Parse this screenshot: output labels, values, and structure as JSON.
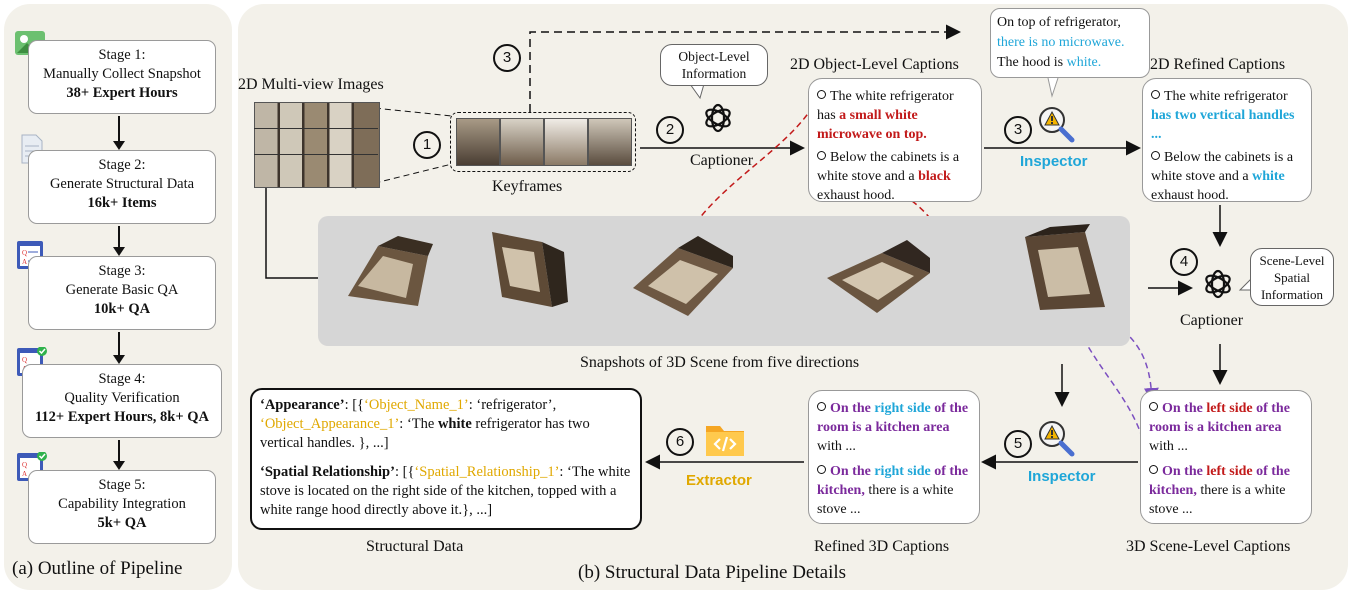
{
  "outline": {
    "caption": "(a) Outline of Pipeline",
    "stages": [
      {
        "title": "Stage 1:",
        "desc": "Manually Collect Snapshot",
        "stat": "38+ Expert Hours"
      },
      {
        "title": "Stage 2:",
        "desc": "Generate Structural Data",
        "stat": "16k+ Items"
      },
      {
        "title": "Stage 3:",
        "desc": "Generate Basic QA",
        "stat": "10k+ QA"
      },
      {
        "title": "Stage 4:",
        "desc": "Quality Verification",
        "stat": "112+ Expert Hours, 8k+ QA"
      },
      {
        "title": "Stage 5:",
        "desc": "Capability Integration",
        "stat": "5k+ QA"
      }
    ]
  },
  "details": {
    "caption": "(b)  Structural Data Pipeline Details",
    "multiview_label": "2D Multi-view Images",
    "keyframes_label": "Keyframes",
    "object_level_bubble": "Object-Level Information",
    "captioner_label": "Captioner",
    "object_captions_title": "2D Object-Level Captions",
    "refined_captions_title": "2D Refined Captions",
    "inspector_label": "Inspector",
    "inspector_bubble": {
      "line1": "On top of refrigerator,",
      "line2": "there is no microwave.",
      "line3a": "The hood is ",
      "line3b": "white."
    },
    "object_caption": {
      "p1a": "The white refrigerator has ",
      "p1b": "a small white microwave on top.",
      "p2a": "Below the cabinets is a white stove and a ",
      "p2b": "black",
      "p2c": " exhaust hood."
    },
    "refined_caption": {
      "p1a": "The white refrigerator ",
      "p1b": "has two vertical handles ...",
      "p2a": "Below the cabinets is a white stove and a ",
      "p2b": "white",
      "p2c": " exhaust hood."
    },
    "snapshots_label": "Snapshots of 3D Scene from five directions",
    "scene_bubble": "Scene-Level Spatial Information",
    "captioner2_label": "Captioner",
    "scene_caption": {
      "p1a": "On the ",
      "p1b": "left side",
      "p1c": " of the room is a kitchen area",
      "p1d": " with ...",
      "p2a": "On the ",
      "p2b": "left side",
      "p2c": " of the kitchen,",
      "p2d": " there is a white stove ..."
    },
    "scene_captions_title": "3D Scene-Level Captions",
    "refined3d_caption": {
      "p1a": "On the ",
      "p1b": "right side",
      "p1c": " of the room is a kitchen area",
      "p1d": " with ...",
      "p2a": "On the ",
      "p2b": "right side",
      "p2c": " of the kitchen,",
      "p2d": " there is a white stove ..."
    },
    "refined3d_title": "Refined 3D Captions",
    "inspector2_label": "Inspector",
    "extractor_label": "Extractor",
    "structural_title": "Structural Data",
    "structural": {
      "a1": "‘Appearance’",
      "a2": ": [{",
      "a3": "‘Object_Name_1’",
      "a4": ": ‘refrigerator’,",
      "a5": "‘Object_Appearance_1’",
      "a6": ": ‘The ",
      "a7": "white",
      "a8": " refrigerator has two vertical handles. }, ...]",
      "s1": "‘Spatial Relationship’",
      "s2": ": [{",
      "s3": "‘Spatial_Relationship_1’",
      "s4": ": ‘The white stove is located on the right side of the kitchen, topped with a white range hood directly above it.}, ...]"
    },
    "step_numbers": [
      "1",
      "2",
      "3",
      "3",
      "4",
      "5",
      "6"
    ]
  },
  "colors": {
    "highlight_blue": "#1fa6d8",
    "highlight_red": "#c21a1a",
    "highlight_purple": "#7b2a9c",
    "extractor_gold": "#e0a800"
  }
}
